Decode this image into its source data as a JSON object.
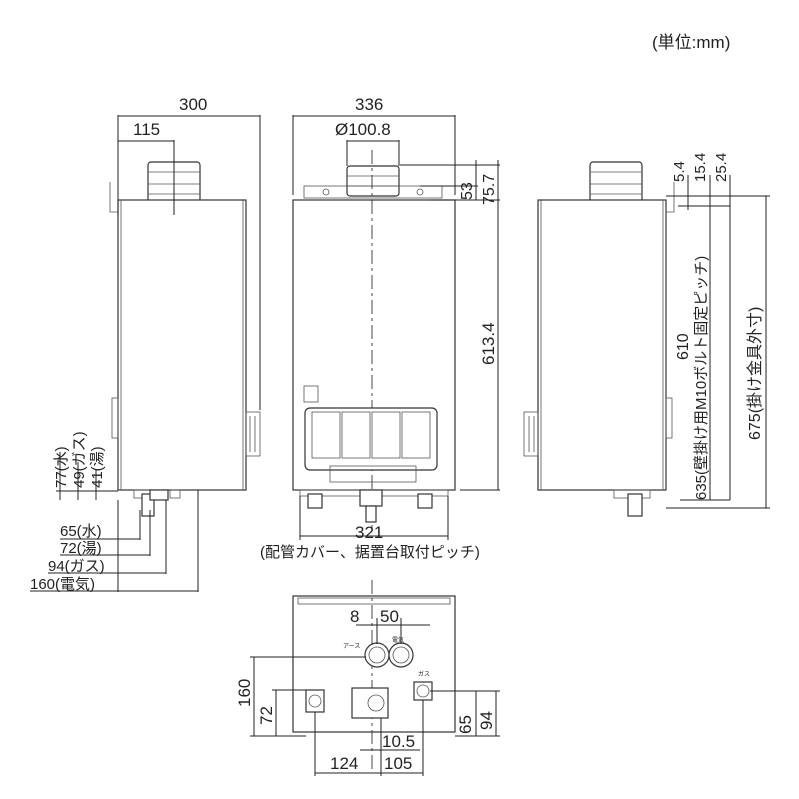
{
  "unit_note": "(単位:mm)",
  "side_left": {
    "width": "300",
    "offset": "115",
    "h_water": "77(水)",
    "h_gas": "49(ガス)",
    "h_hot": "41(湯)",
    "d_water": "65(水)",
    "d_hot": "72(湯)",
    "d_gas": "94(ガス)",
    "d_elec": "160(電気)"
  },
  "front": {
    "width": "336",
    "flue_diameter": "Ø100.8",
    "top_53": "53",
    "top_75_7": "75.7",
    "height_613_4": "613.4",
    "bottom_pitch": "321",
    "pitch_note": "(配管カバー、据置台取付ピッチ)"
  },
  "side_right": {
    "d_5_4": "5.4",
    "d_15_4": "15.4",
    "d_25_4": "25.4",
    "pitch_610": "610",
    "pitch_610_note": "(壁掛け用M10ボルト固定ピッチ)",
    "h_635": "635",
    "h_675": "675(掛け金具外寸)"
  },
  "bottom": {
    "d_8": "8",
    "d_50": "50",
    "d_160": "160",
    "d_72": "72",
    "d_65": "65",
    "d_94": "94",
    "d_10_5": "10.5",
    "d_124": "124",
    "d_105": "105",
    "mark_earth": "アース",
    "mark_elec": "電気",
    "mark_gas": "ガス"
  }
}
